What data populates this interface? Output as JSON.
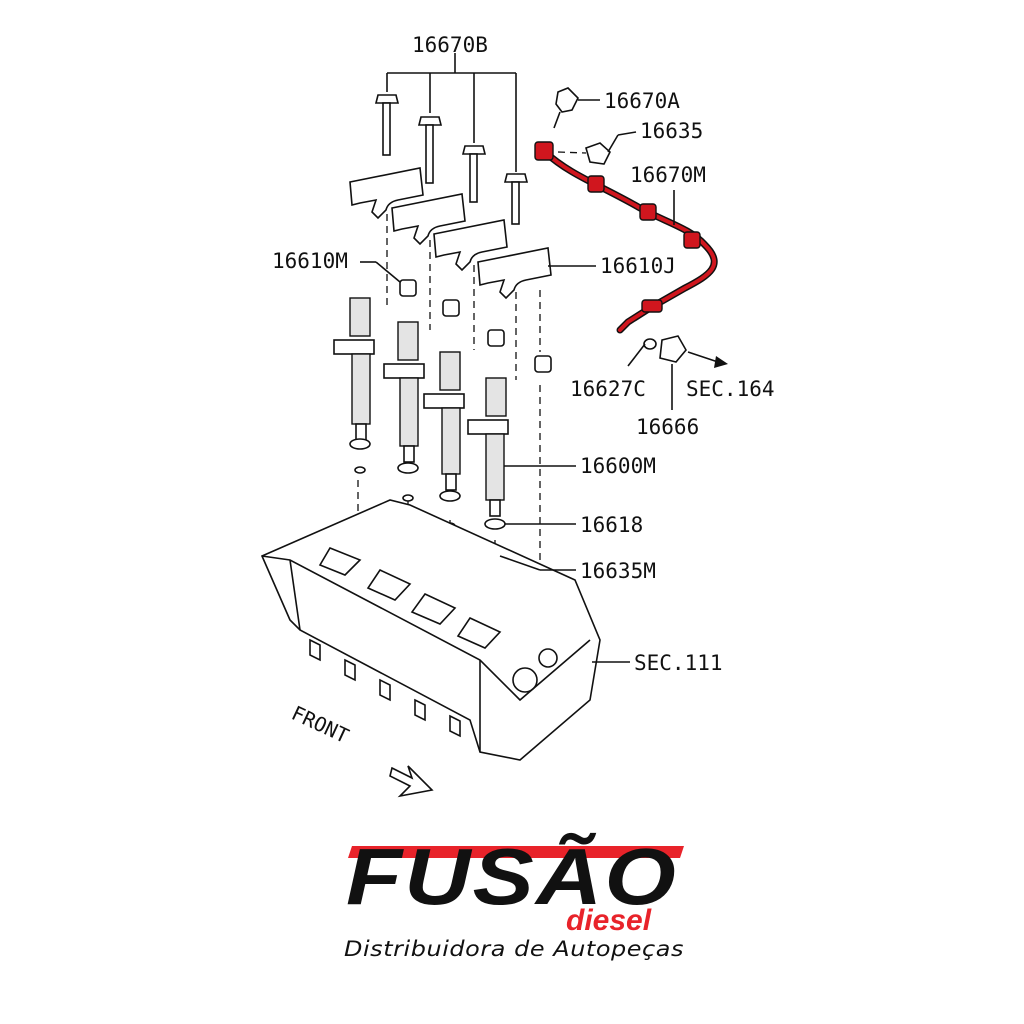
{
  "diagram": {
    "labels": {
      "bolt": "16670B",
      "sensor": "16670A",
      "clip": "16635",
      "leak_off_hose": "16670M",
      "clamp_left": "16610M",
      "clamp_right": "16610J",
      "gasket_small": "16627C",
      "sec_164": "SEC.164",
      "fitting": "16666",
      "injector": "16600M",
      "washer": "16618",
      "seal": "16635M",
      "cylinder_head": "SEC.111"
    },
    "front_label": "FRONT",
    "colors": {
      "leak_off_line": "#d0161e",
      "line_art": "#111111"
    }
  },
  "brand": {
    "name": "FUSÃO",
    "sub": "diesel",
    "tagline": "Distribuidora de Autopeças",
    "colors": {
      "accent": "#e8232a",
      "dark": "#111111"
    }
  }
}
